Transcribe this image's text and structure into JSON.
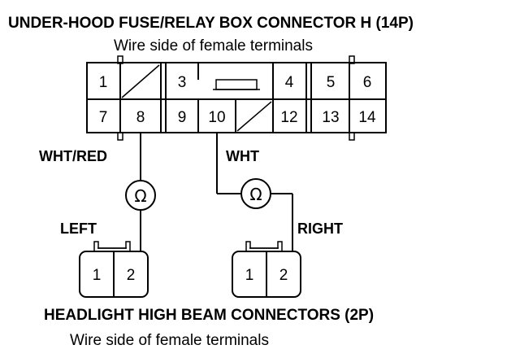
{
  "title": "UNDER-HOOD FUSE/RELAY BOX CONNECTOR H (14P)",
  "subtitle_top": "Wire side of female terminals",
  "fuse_box": {
    "pins": [
      "1",
      "3",
      "4",
      "5",
      "6",
      "7",
      "8",
      "9",
      "10",
      "12",
      "13",
      "14"
    ]
  },
  "wires": {
    "left": "WHT/RED",
    "right": "WHT"
  },
  "meter_symbol": "Ω",
  "headlight_left": {
    "side_label": "LEFT",
    "pins": [
      "1",
      "2"
    ]
  },
  "headlight_right": {
    "side_label": "RIGHT",
    "pins": [
      "1",
      "2"
    ]
  },
  "bottom_title": "HEADLIGHT HIGH BEAM CONNECTORS (2P)",
  "subtitle_bottom": "Wire side of female terminals"
}
